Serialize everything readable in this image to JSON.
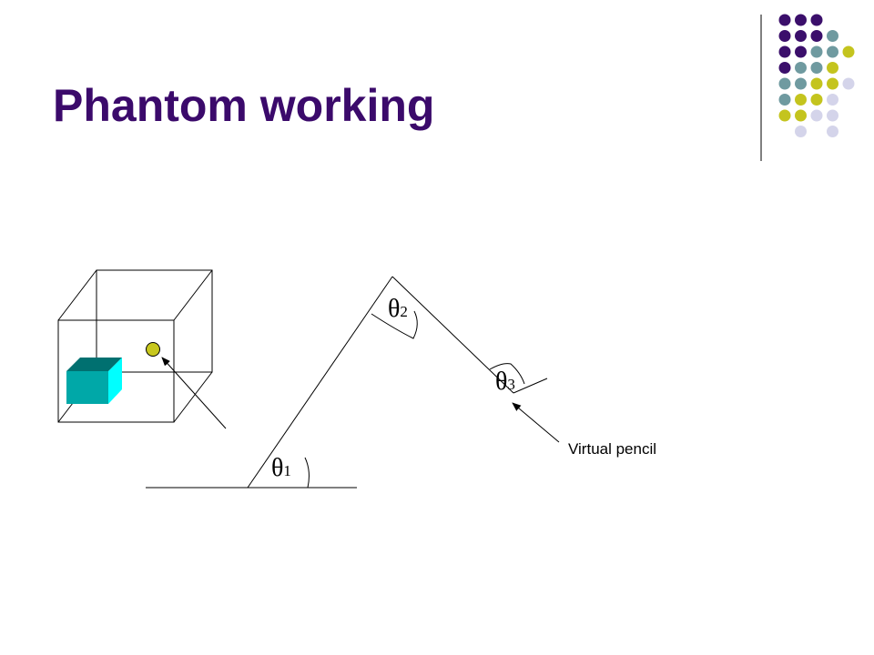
{
  "slide": {
    "title": "Phantom working",
    "colors": {
      "title": "#3b0a6b",
      "dark_purple": "#3b0f6b",
      "teal_gray": "#6f9aa0",
      "olive_yellow": "#c4c41e",
      "lavender": "#d4d4ea",
      "cube_front": "#00a8a8",
      "cube_side": "#00ffff",
      "cube_top": "#007070",
      "ball": "#c8c81e"
    }
  },
  "diagram": {
    "angles": [
      {
        "symbol": "θ",
        "subscript": "1"
      },
      {
        "symbol": "θ",
        "subscript": "2"
      },
      {
        "symbol": "θ",
        "subscript": "3"
      }
    ],
    "callout_label": "Virtual pencil"
  },
  "decoration": {
    "dot_grid_rows": [
      [
        "dark_purple",
        "dark_purple",
        "dark_purple",
        "",
        ""
      ],
      [
        "dark_purple",
        "dark_purple",
        "dark_purple",
        "teal_gray",
        ""
      ],
      [
        "dark_purple",
        "dark_purple",
        "teal_gray",
        "teal_gray",
        "olive_yellow"
      ],
      [
        "dark_purple",
        "teal_gray",
        "teal_gray",
        "olive_yellow",
        ""
      ],
      [
        "teal_gray",
        "teal_gray",
        "olive_yellow",
        "olive_yellow",
        "lavender"
      ],
      [
        "teal_gray",
        "olive_yellow",
        "olive_yellow",
        "lavender",
        ""
      ],
      [
        "olive_yellow",
        "olive_yellow",
        "lavender",
        "lavender",
        ""
      ],
      [
        "",
        "lavender",
        "",
        "lavender",
        ""
      ]
    ]
  }
}
